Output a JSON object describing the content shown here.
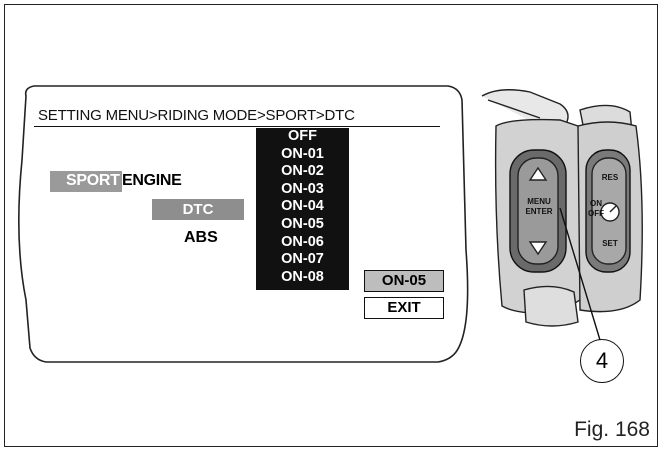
{
  "breadcrumb": "SETTING MENU>RIDING MODE>SPORT>DTC",
  "menu": {
    "riding_mode": "SPORT",
    "engine": "ENGINE",
    "dtc": "DTC",
    "abs": "ABS"
  },
  "dtc_levels": [
    "OFF",
    "ON-01",
    "ON-02",
    "ON-03",
    "ON-04",
    "ON-05",
    "ON-06",
    "ON-07",
    "ON-08"
  ],
  "selected_level": "ON-05",
  "exit_label": "EXIT",
  "switchgear": {
    "menu_label_1": "MENU",
    "menu_label_2": "ENTER",
    "res_label": "RES",
    "on_label": "ON",
    "off_label": "OFF",
    "set_label": "SET"
  },
  "callout": "4",
  "figure_label": "Fig. 168"
}
